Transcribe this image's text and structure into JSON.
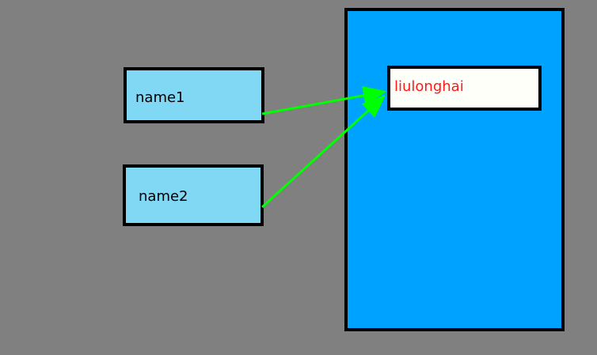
{
  "diagram": {
    "references": [
      {
        "label": "name1"
      },
      {
        "label": "name2"
      }
    ],
    "object": {
      "value": "liulonghai"
    },
    "colors": {
      "background": "#808080",
      "reference_fill": "#80d8f4",
      "heap_fill": "#00a2ff",
      "object_fill": "#fffffa",
      "object_text": "#ff1a1a",
      "arrow": "#00ff00",
      "border": "#000000"
    }
  }
}
